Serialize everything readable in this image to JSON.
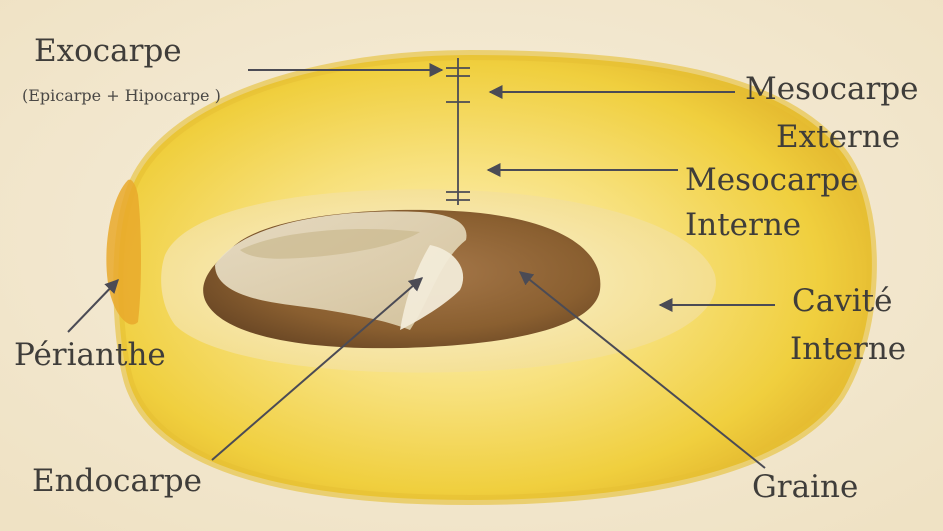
{
  "labels": {
    "exocarpe": "Exocarpe",
    "exocarpe_detail": "(Epicarpe  + Hipocarpe )",
    "mesocarpe_externe_line1": "Mesocarpe",
    "mesocarpe_externe_line2": "Externe",
    "mesocarpe_interne_line1": "Mesocarpe",
    "mesocarpe_interne_line2": "Interne",
    "cavite_interne_line1": "Cavité",
    "cavite_interne_line2": "Interne",
    "perianthe": "Périanthe",
    "endocarpe": "Endocarpe",
    "graine": "Graine"
  },
  "colors": {
    "background": "#f4ead6",
    "fruit_flesh": "#f0d54a",
    "fruit_rim": "#e7c23a",
    "seed": "#8a5f30",
    "endocarp": "#e6dcc1",
    "leader_line": "#4b4b55",
    "text": "#3f3d3a"
  }
}
